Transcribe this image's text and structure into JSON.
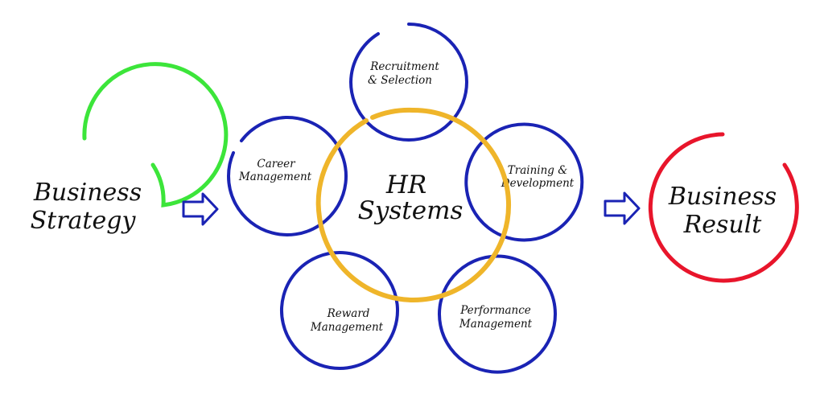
{
  "colors": {
    "green": "#3ce53a",
    "red": "#e8152b",
    "blue": "#1a23b4",
    "gold": "#efb52a",
    "arrow": "#1a23b4",
    "text": "#111111"
  },
  "left": {
    "line1": "Business",
    "line2": "Strategy"
  },
  "right": {
    "line1": "Business",
    "line2": "Result"
  },
  "center": {
    "line1": "HR",
    "line2": "Systems"
  },
  "nodes": {
    "recruitment": {
      "line1": "Recruitment",
      "line2": "& Selection"
    },
    "career": {
      "line1": "Career",
      "line2": "Management"
    },
    "training": {
      "line1": "Training &",
      "line2": "Development"
    },
    "reward": {
      "line1": "Reward",
      "line2": "Management"
    },
    "performance": {
      "line1": "Performance",
      "line2": "Management"
    }
  },
  "icons": {
    "left_arrow": "hollow-right-arrow",
    "right_arrow": "hollow-right-arrow"
  }
}
